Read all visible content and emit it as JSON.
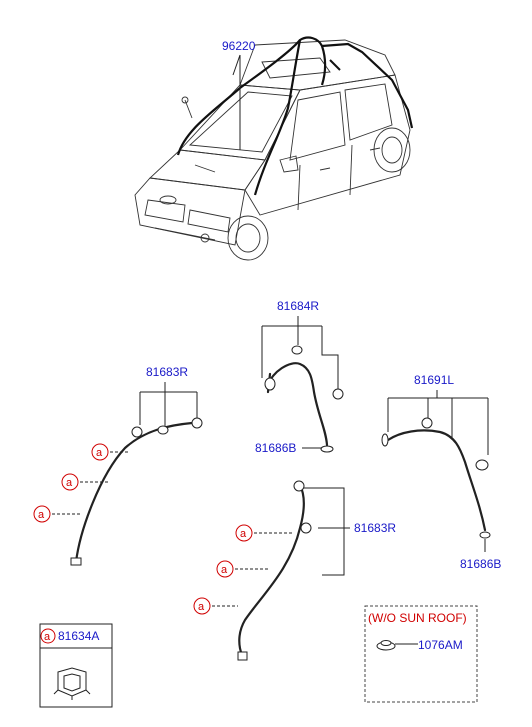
{
  "parts": {
    "harness": "96220",
    "hose_81684R": "81684R",
    "hose_81683R_left": "81683R",
    "hose_81683R_center": "81683R",
    "hose_81691L": "81691L",
    "grommet_81686B_center": "81686B",
    "grommet_81686B_right": "81686B",
    "clip": "81634A",
    "plug": "1076AM"
  },
  "ref_letter": "a",
  "sunroof_note": "(W/O SUN ROOF)",
  "colors": {
    "part_number": "#1a1ac8",
    "reference": "#d00000",
    "line": "#222222"
  }
}
